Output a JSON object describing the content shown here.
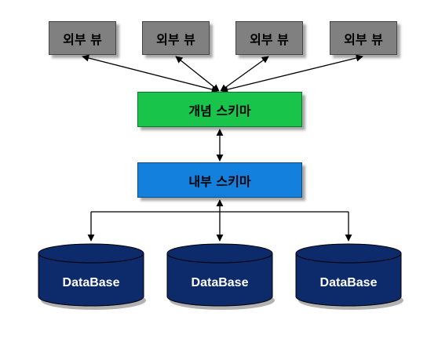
{
  "external_views": [
    {
      "label": "외부 뷰"
    },
    {
      "label": "외부 뷰"
    },
    {
      "label": "외부 뷰"
    },
    {
      "label": "외부 뷰"
    }
  ],
  "conceptual_schema": {
    "label": "개념 스키마"
  },
  "internal_schema": {
    "label": "내부 스키마"
  },
  "databases": [
    {
      "label": "DataBase"
    },
    {
      "label": "DataBase"
    },
    {
      "label": "DataBase"
    }
  ],
  "colors": {
    "external": "#808080",
    "conceptual": "#19c44b",
    "internal": "#1480de",
    "database": "#0d2a6b"
  }
}
